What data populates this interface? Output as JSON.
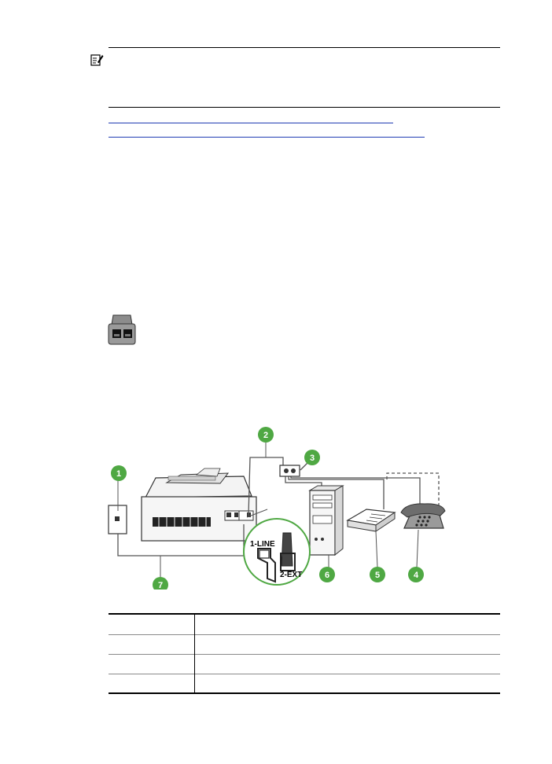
{
  "note": {
    "icon": "note-icon"
  },
  "links": [
    {
      "text": ""
    },
    {
      "text": ""
    }
  ],
  "splitter_icon": "parallel-splitter-icon",
  "diagram": {
    "callouts": [
      "1",
      "2",
      "3",
      "4",
      "5",
      "6",
      "7"
    ],
    "port_labels": {
      "line": "1-LINE",
      "ext": "2-EXT"
    },
    "callout_color": "#4fa843"
  },
  "table": {
    "rows": [
      {
        "num": "",
        "desc": ""
      },
      {
        "num": "",
        "desc": ""
      },
      {
        "num": "",
        "desc": ""
      },
      {
        "num": "",
        "desc": ""
      }
    ]
  }
}
